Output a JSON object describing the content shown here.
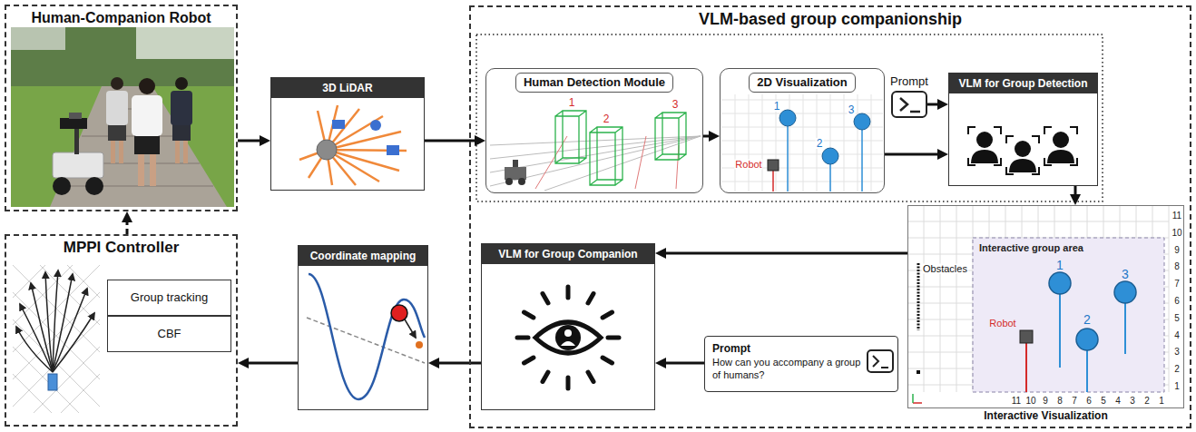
{
  "diagram": {
    "nodes": [
      {
        "text": [
          "Human-Companion Robot"
        ]
      },
      {
        "text": [
          "3D LiDAR"
        ]
      },
      {
        "text": [
          "VLM-based group companionship"
        ]
      },
      {
        "text": [
          "Human Detection Module"
        ],
        "in": 2
      },
      {
        "text": [
          "2D Visualization"
        ],
        "in": 2
      },
      {
        "text": [
          "Prompt"
        ],
        "in": 2
      },
      {
        "text": [
          "VLM for Group Detection"
        ],
        "in": 2
      },
      {
        "text": [
          "Interactive Visualization"
        ],
        "in": 2
      },
      {
        "text": [
          "VLM for Group Companion"
        ],
        "in": 2
      },
      {
        "text": [
          "Prompt",
          "How can you accompany a group of humans?"
        ],
        "in": 2
      },
      {
        "text": [
          "Coordinate mapping"
        ]
      },
      {
        "text": [
          "MPPI Controller"
        ]
      },
      {
        "text": [
          "Group tracking"
        ],
        "in": 11
      },
      {
        "text": [
          "CBF"
        ],
        "in": 11
      }
    ],
    "edges": [
      {
        "from": 0,
        "to": 1,
        "arrow": "to"
      },
      {
        "from": 1,
        "to": 3,
        "arrow": "to"
      },
      {
        "from": 3,
        "to": 4,
        "arrow": "to"
      },
      {
        "from": 5,
        "to": 6,
        "arrow": "to"
      },
      {
        "from": 4,
        "to": 6,
        "arrow": "to"
      },
      {
        "from": 6,
        "to": 7,
        "arrow": "to"
      },
      {
        "from": 7,
        "to": 8,
        "arrow": "to"
      },
      {
        "from": 9,
        "to": 8,
        "arrow": "to"
      },
      {
        "from": 8,
        "to": 10,
        "arrow": "to"
      },
      {
        "from": 10,
        "to": 11,
        "arrow": "to"
      },
      {
        "from": 11,
        "to": 0,
        "arrow": "to"
      }
    ],
    "labels": [
      "1",
      "2",
      "3",
      "1",
      "2",
      "3",
      "Robot",
      "Interactive group area",
      "Obstacles",
      "1",
      "2",
      "3",
      "Robot",
      "1",
      "2",
      "3",
      "4",
      "5",
      "6",
      "7",
      "8",
      "9",
      "10",
      "11",
      "11",
      "10",
      "9",
      "8",
      "7",
      "6",
      "5",
      "4",
      "3",
      "2",
      "1"
    ]
  }
}
